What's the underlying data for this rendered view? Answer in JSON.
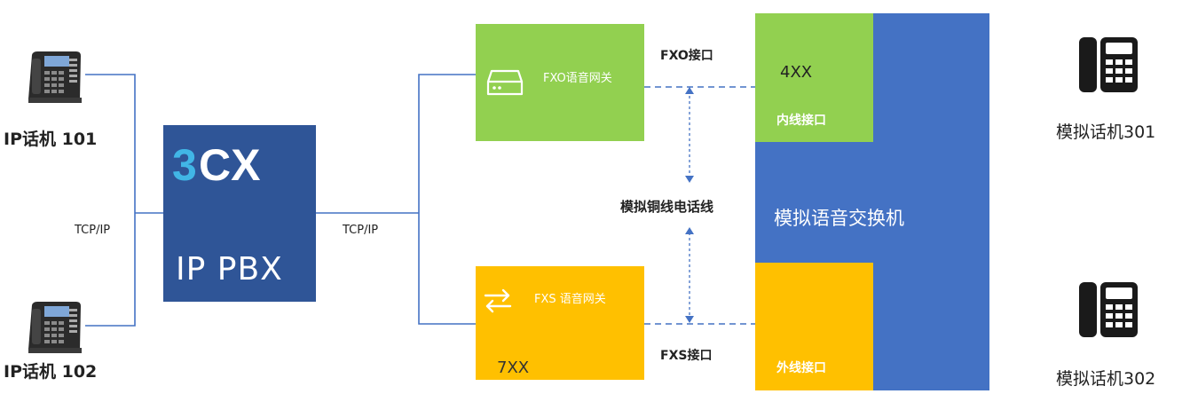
{
  "ip_phones": [
    {
      "label": "IP话机 101"
    },
    {
      "label": "IP话机 102"
    }
  ],
  "links": {
    "tcpip_left": "TCP/IP",
    "tcpip_right": "TCP/IP"
  },
  "pbx": {
    "logo": "3CX",
    "title": "IP PBX"
  },
  "gateways": {
    "fxo": {
      "title": "FXO语音网关",
      "icon": "drive-icon"
    },
    "fxs": {
      "title": "FXS 语音网关",
      "icon": "swap-arrows-icon",
      "extension": "7XX"
    }
  },
  "interfaces": {
    "fxo": "FXO接口",
    "fxs": "FXS接口",
    "copper_line": "模拟铜线电话线"
  },
  "analog_switch": {
    "title": "模拟语音交换机",
    "internal": {
      "extension": "4XX",
      "label": "内线接口"
    },
    "external": {
      "label": "外线接口"
    }
  },
  "analog_phones": [
    {
      "label": "模拟话机301"
    },
    {
      "label": "模拟话机302"
    }
  ],
  "colors": {
    "pbx": "#2f5597",
    "fxo_gateway": "#92d050",
    "fxs_gateway": "#ffc000",
    "switch": "#4472c4",
    "wire": "#4472c4",
    "logo_accent": "#41b6e6"
  }
}
